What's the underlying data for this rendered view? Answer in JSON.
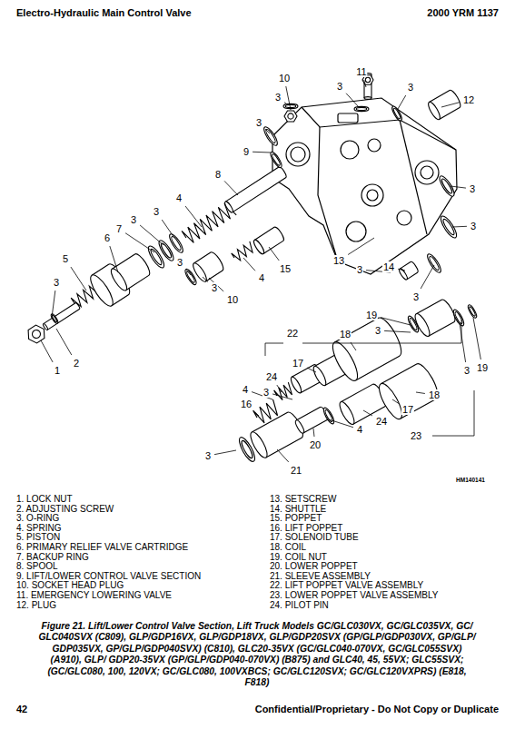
{
  "diagram": {
    "title": "Electro-Hydraulic Main Control Valve",
    "caption": "Figure 21. Lift/Lower Control Valve Section, Lift Truck Models GC/GLC030VX, GC/GLC035VX, GC/ GLC040SVX (C809), GLP/GDP16VX, GLP/GDP18VX, GLP/GDP20SVX (GP/GLP/GDP030VX, GP/GLP/ GDP035VX, GP/GLP/GDP040SVX) (C810), GLC20-35VX (GC/GLC040-070VX, GC/GLC055SVX) (A910), GLP/ GDP20-35VX (GP/GLP/GDP040-070VX) (B875) and GLC40, 45, 55VX; GLC55SVX; (GC/GLC080, 100, 120VX; GC/GLC080, 100VXBCS; GC/GLC120SVX; GC/GLC120VXPRS) (E818, F818)",
    "labels": [
      "10",
      "3",
      "11",
      "3",
      "3",
      "12",
      "3",
      "9",
      "8",
      "4",
      "3",
      "3",
      "7",
      "6",
      "5",
      "3",
      "1",
      "2",
      "3",
      "3",
      "13",
      "3",
      "14",
      "3",
      "3",
      "3",
      "10",
      "4",
      "15",
      "22",
      "19",
      "3",
      "18",
      "19",
      "3",
      "17",
      "24",
      "16",
      "4",
      "3",
      "17",
      "24",
      "4",
      "20",
      "23",
      "3",
      "21",
      "18",
      "HM140141",
      "1. LOCK NUT",
      "2. ADJUSTING SCREW",
      "3. O-RING",
      "4. SPRING",
      "5. PISTON",
      "6. PRIMARY RELIEF VALVE CARTRIDGE",
      "7. BACKUP RING",
      "8. SPOOL",
      "9. LIFT/LOWER CONTROL VALVE SECTION",
      "10. SOCKET HEAD PLUG",
      "11. EMERGENCY LOWERING VALVE",
      "12. PLUG",
      "13. SETSCREW",
      "14. SHUTTLE",
      "15. POPPET",
      "16. LIFT POPPET",
      "17. SOLENOID TUBE",
      "18. COIL",
      "19. COIL NUT",
      "20. LOWER POPPET",
      "21. SLEEVE ASSEMBLY",
      "22. LIFT POPPET VALVE ASSEMBLY",
      "23. LOWER POPPET VALVE ASSEMBLY",
      "24. PILOT PIN",
      "2000 YRM 1137",
      "42",
      "Confidential/Proprietary - Do Not Copy or Duplicate"
    ]
  }
}
